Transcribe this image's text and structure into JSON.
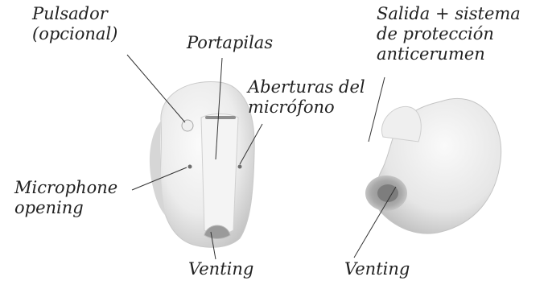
{
  "labels": {
    "pulsador": [
      "Pulsador",
      "(opcional)"
    ],
    "portapilas": "Portapilas",
    "aberturas": [
      "Aberturas del",
      "micrófono"
    ],
    "microphone": [
      "Microphone",
      "opening"
    ],
    "venting_left": "Venting",
    "salida": [
      "Salida + sistema",
      "de protección",
      "anticerumen"
    ],
    "venting_right": "Venting"
  },
  "colors": {
    "text": "#222222",
    "leader_line": "#333333",
    "device_shell": "#e9e9e9",
    "device_shadow": "#b5b5b5"
  }
}
